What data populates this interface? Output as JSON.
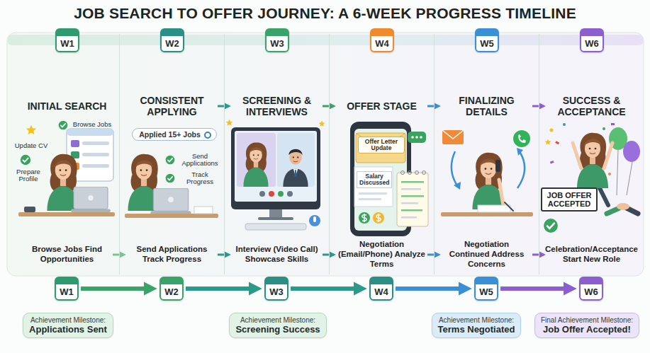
{
  "diagram": {
    "title": "JOB SEARCH TO OFFER JOURNEY: A 6-WEEK PROGRESS TIMELINE",
    "nodes": [
      {
        "text": [
          "INITIAL SEARCH",
          "Browse Jobs Find Opportunities"
        ]
      },
      {
        "text": [
          "W1"
        ],
        "in": 0
      },
      {
        "text": [
          "CONSISTENT APPLYING",
          "Send Applications Track Progress"
        ]
      },
      {
        "text": [
          "W2"
        ],
        "in": 2
      },
      {
        "text": [
          "Applied 15+ Jobs"
        ],
        "in": 2
      },
      {
        "text": [
          "SCREENING & INTERVIEWS",
          "Interview (Video Call) Showcase Skills"
        ]
      },
      {
        "text": [
          "W3"
        ],
        "in": 5
      },
      {
        "text": [
          "OFFER STAGE",
          "Negotiation (Email/Phone) Analyze Terms"
        ]
      },
      {
        "text": [
          "W4"
        ],
        "in": 7
      },
      {
        "text": [
          "Offer Letter Update"
        ],
        "in": 7
      },
      {
        "text": [
          "Salary Discussed"
        ],
        "in": 7
      },
      {
        "text": [
          "FINALIZING DETAILS",
          "Negotiation Continued Address Concerns"
        ]
      },
      {
        "text": [
          "W5"
        ],
        "in": 11
      },
      {
        "text": [
          "SUCCESS & ACCEPTANCE",
          "Celebration/Acceptance Start New Role"
        ]
      },
      {
        "text": [
          "W6"
        ],
        "in": 13
      },
      {
        "text": [
          "JOB OFFER ACCEPTED"
        ],
        "in": 13
      },
      {
        "text": [
          "W1"
        ]
      },
      {
        "text": [
          "W2"
        ]
      },
      {
        "text": [
          "W3"
        ]
      },
      {
        "text": [
          "W4"
        ]
      },
      {
        "text": [
          "W5"
        ]
      },
      {
        "text": [
          "W6"
        ]
      },
      {
        "text": [
          "Achievement Milestone:",
          "Applications Sent"
        ]
      },
      {
        "text": [
          "Achievement Milestone:",
          "Screening Success"
        ]
      },
      {
        "text": [
          "Achievement Milestone:",
          "Terms Negotiated"
        ]
      },
      {
        "text": [
          "Final Achievement Milestone:",
          "Job Offer Accepted!"
        ]
      }
    ],
    "edges": [
      {
        "from": 0,
        "to": 2,
        "arrow": "to"
      },
      {
        "from": 2,
        "to": 5,
        "arrow": "to"
      },
      {
        "from": 2,
        "to": 5,
        "arrow": "to"
      },
      {
        "from": 5,
        "to": 7,
        "arrow": "to"
      },
      {
        "from": 5,
        "to": 7,
        "arrow": "to"
      },
      {
        "from": 7,
        "to": 11,
        "arrow": "to"
      },
      {
        "from": 7,
        "to": 11,
        "arrow": "to"
      },
      {
        "from": 11,
        "to": 13,
        "arrow": "to"
      },
      {
        "from": 11,
        "to": 13,
        "arrow": "to"
      },
      {
        "from": 16,
        "to": 17,
        "arrow": "to"
      },
      {
        "from": 17,
        "to": 18,
        "arrow": "to"
      },
      {
        "from": 18,
        "to": 19,
        "arrow": "to"
      },
      {
        "from": 19,
        "to": 20,
        "arrow": "to"
      },
      {
        "from": 20,
        "to": 21,
        "arrow": "to"
      }
    ],
    "labels": [
      "Update CV",
      "Browse Jobs",
      "Prepare Profile",
      "Send Applications",
      "Track Progress"
    ]
  }
}
